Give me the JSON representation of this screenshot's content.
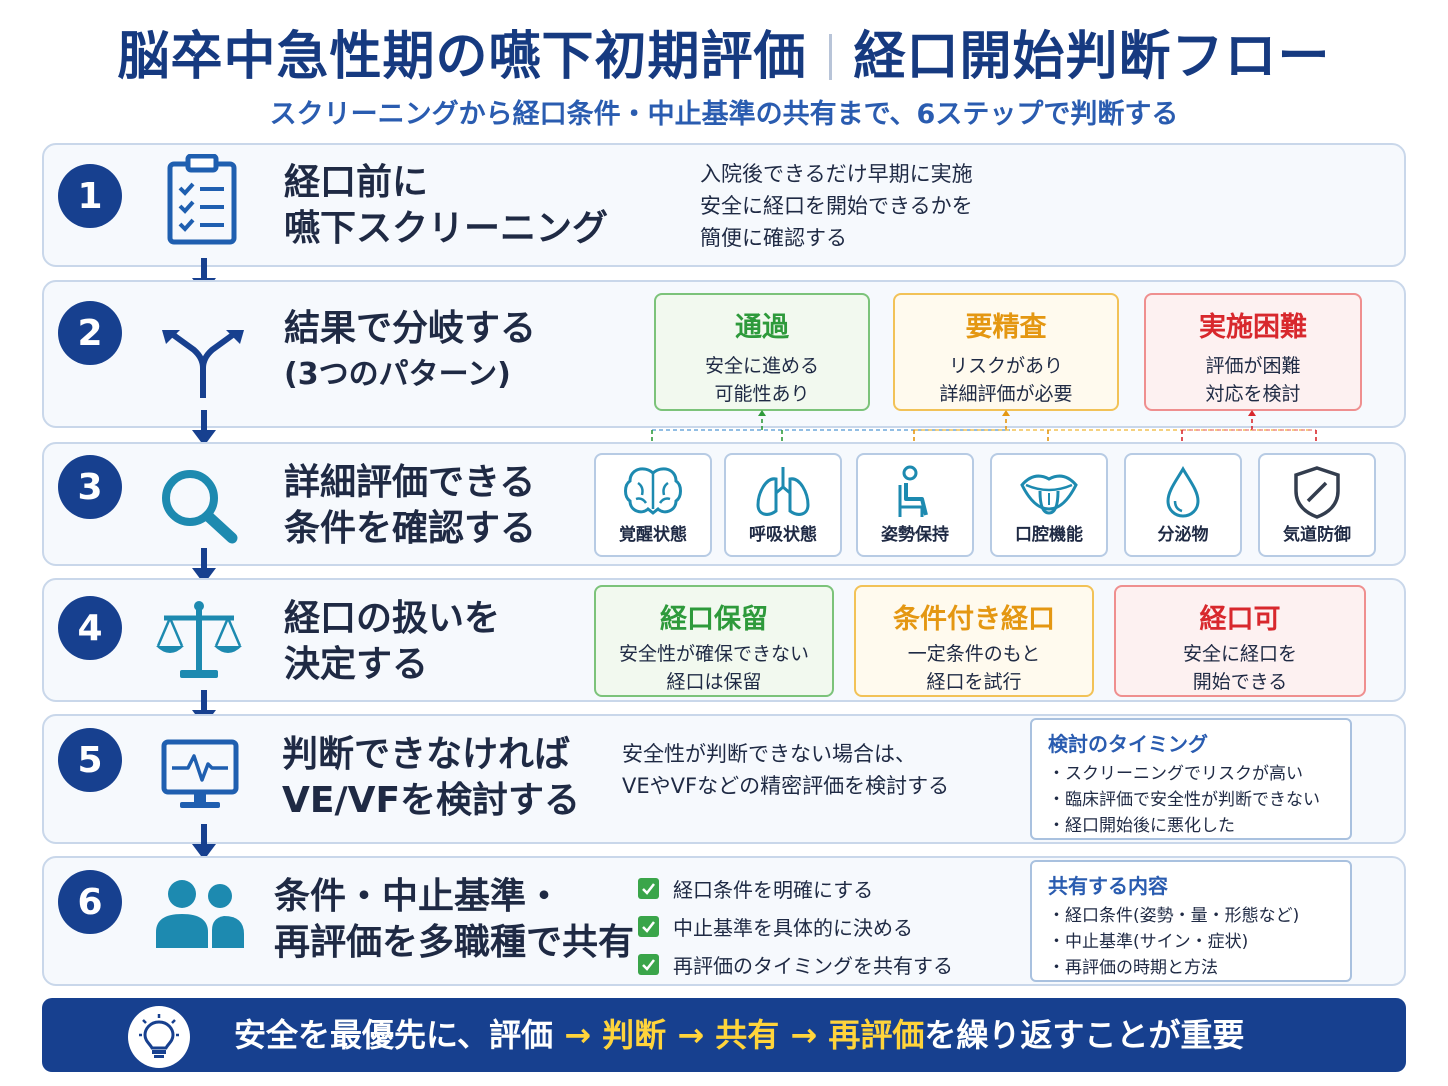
{
  "header": {
    "title_left": "脳卒中急性期の嚥下初期評価",
    "title_right": "経口開始判断フロー",
    "subtitle": "スクリーニングから経口条件・中止基準の共有まで、6ステップで判断する"
  },
  "steps": [
    {
      "number": "1",
      "icon": "clipboard-checklist-icon",
      "title_lines": [
        "経口前に",
        "嚥下スクリーニング"
      ],
      "description": [
        "入院後できるだけ早期に実施",
        "安全に経口を開始できるかを",
        "簡便に確認する"
      ]
    },
    {
      "number": "2",
      "icon": "branch-arrows-icon",
      "title_lines": [
        "結果で分岐する",
        "(3つのパターン)"
      ],
      "outcomes": [
        {
          "title": "通過",
          "lines": [
            "安全に進める",
            "可能性あり"
          ],
          "color": "#2e9a3b"
        },
        {
          "title": "要精査",
          "lines": [
            "リスクがあり",
            "詳細評価が必要"
          ],
          "color": "#e49712"
        },
        {
          "title": "実施困難",
          "lines": [
            "評価が困難",
            "対応を検討"
          ],
          "color": "#d8282d"
        }
      ]
    },
    {
      "number": "3",
      "icon": "magnifier-icon",
      "title_lines": [
        "詳細評価できる",
        "条件を確認する"
      ],
      "conditions": [
        {
          "label": "覚醒状態",
          "icon": "brain-icon"
        },
        {
          "label": "呼吸状態",
          "icon": "lungs-icon"
        },
        {
          "label": "姿勢保持",
          "icon": "seated-person-icon"
        },
        {
          "label": "口腔機能",
          "icon": "mouth-tongue-icon"
        },
        {
          "label": "分泌物",
          "icon": "droplet-icon"
        },
        {
          "label": "気道防御",
          "icon": "shield-icon"
        }
      ]
    },
    {
      "number": "4",
      "icon": "balance-scale-icon",
      "title_lines": [
        "経口の扱いを",
        "決定する"
      ],
      "decisions": [
        {
          "title": "経口保留",
          "lines": [
            "安全性が確保できない",
            "経口は保留"
          ],
          "color": "#2e9a3b"
        },
        {
          "title": "条件付き経口",
          "lines": [
            "一定条件のもと",
            "経口を試行"
          ],
          "color": "#e49712"
        },
        {
          "title": "経口可",
          "lines": [
            "安全に経口を",
            "開始できる"
          ],
          "color": "#d8282d"
        }
      ]
    },
    {
      "number": "5",
      "icon": "monitor-pulse-icon",
      "title_lines": [
        "判断できなければ",
        "VE/VFを検討する"
      ],
      "description": [
        "安全性が判断できない場合は、",
        "VEやVFなどの精密評価を検討する"
      ],
      "info_box": {
        "heading": "検討のタイミング",
        "items": [
          "・スクリーニングでリスクが高い",
          "・臨床評価で安全性が判断できない",
          "・経口開始後に悪化した"
        ]
      }
    },
    {
      "number": "6",
      "icon": "team-people-icon",
      "title_lines": [
        "条件・中止基準・",
        "再評価を多職種で共有"
      ],
      "checklist": [
        "経口条件を明確にする",
        "中止基準を具体的に決める",
        "再評価のタイミングを共有する"
      ],
      "info_box": {
        "heading": "共有する内容",
        "items": [
          "・経口条件(姿勢・量・形態など)",
          "・中止基準(サイン・症状)",
          "・再評価の時期と方法"
        ]
      }
    }
  ],
  "footer": {
    "icon": "lightbulb-icon",
    "prefix": "安全を最優先に、",
    "flow": [
      "評価",
      "判断",
      "共有",
      "再評価"
    ],
    "arrow": "→",
    "suffix": "を繰り返すことが重要"
  },
  "colors": {
    "primary": "#17408f",
    "accent_blue": "#2a5cb0",
    "green": "#2e9a3b",
    "yellow": "#e49712",
    "red": "#d8282d",
    "highlight": "#ffd43b"
  }
}
